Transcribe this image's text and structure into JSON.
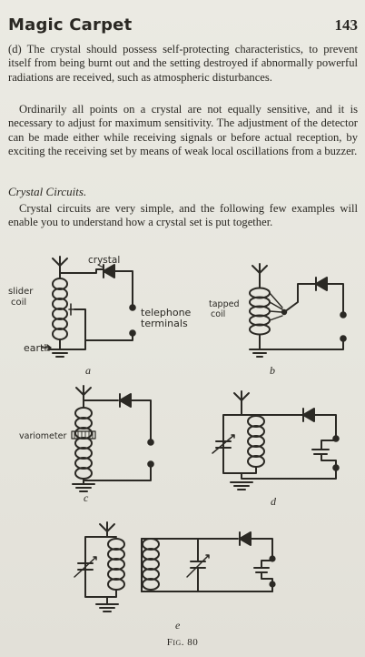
{
  "header": {
    "running_head": "Magic Carpet",
    "page_number": "143"
  },
  "paragraphs": [
    "(d) The crystal should possess self-protecting characteristics, to prevent itself from being burnt out and the setting destroyed if abnormally powerful radiations are received, such as atmospheric disturbances.",
    "Ordinarily all points on a crystal are not equally sensitive, and it is necessary to adjust for maximum sensitivity. The adjustment of the detector can be made either while receiving signals or before actual reception, by exciting the receiving set by means of weak local oscillations from a buzzer.",
    "Crystal circuits are very simple, and the following few examples will enable you to understand how a crystal set is put together."
  ],
  "section_heading": "Crystal Circuits.",
  "figure": {
    "labels": {
      "crystal": "crystal",
      "slider_coil_1": "slider",
      "slider_coil_2": "coil",
      "telephone_1": "telephone",
      "telephone_2": "terminals",
      "earth": "earth",
      "tapped_1": "tapped",
      "tapped_2": "coil",
      "variometer": "variometer"
    },
    "panel_letters": [
      "a",
      "b",
      "c",
      "d",
      "e"
    ],
    "caption": "Fig. 80"
  }
}
